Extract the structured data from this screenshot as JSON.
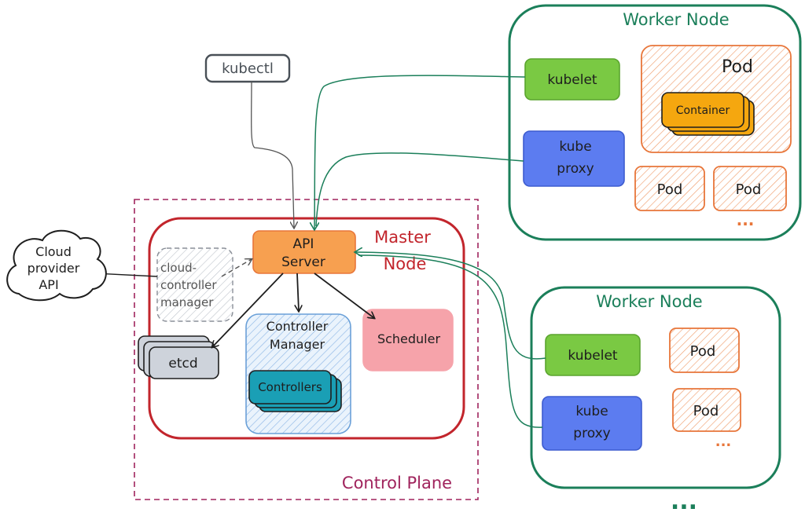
{
  "colors": {
    "worker_green": "#1b7f5a",
    "master_red": "#c2252c",
    "control_plane": "#a0245d",
    "kubelet_fill": "#7ac943",
    "proxy_fill": "#5c7cf0",
    "pod_orange": "#e8763a",
    "container_fill": "#f5a70f",
    "api_fill": "#f7a050",
    "scheduler_fill": "#f6a3aa",
    "etcd_fill": "#ced3db",
    "controller_mgr_fill": "#cfe3f7",
    "controllers_fill": "#1a9fb5",
    "kubectl_stroke": "#495057"
  },
  "kubectl": {
    "label": "kubectl"
  },
  "cloud": {
    "line1": "Cloud",
    "line2": "provider",
    "line3": "API"
  },
  "control_plane": {
    "label": "Control Plane"
  },
  "master_node": {
    "line1": "Master",
    "line2": "Node",
    "api_server": {
      "line1": "API",
      "line2": "Server"
    },
    "cloud_controller": {
      "line1": "cloud-",
      "line2": "controller",
      "line3": "manager"
    },
    "etcd": "etcd",
    "controller_manager": {
      "line1": "Controller",
      "line2": "Manager"
    },
    "controllers": "Controllers",
    "scheduler": "Scheduler"
  },
  "worker_node_1": {
    "title": "Worker Node",
    "kubelet": "kubelet",
    "kube_proxy": {
      "line1": "kube",
      "line2": "proxy"
    },
    "pod_main": "Pod",
    "container": "Container",
    "pods": [
      "Pod",
      "Pod"
    ],
    "more": "..."
  },
  "worker_node_2": {
    "title": "Worker Node",
    "kubelet": "kubelet",
    "kube_proxy": {
      "line1": "kube",
      "line2": "proxy"
    },
    "pods": [
      "Pod",
      "Pod"
    ],
    "more": "..."
  },
  "more_nodes": "..."
}
